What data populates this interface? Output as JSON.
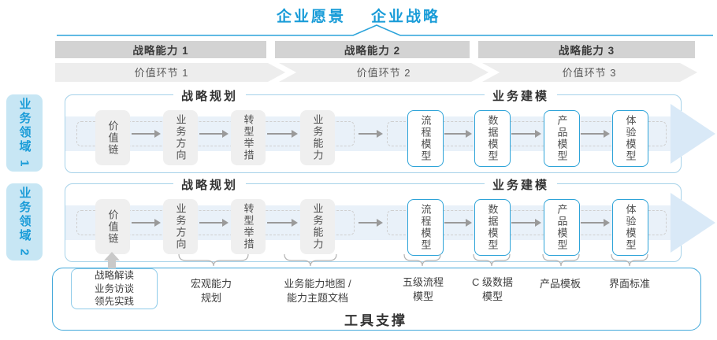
{
  "header": {
    "vision": "企业愿景",
    "strategy": "企业战略"
  },
  "capability_bars": [
    {
      "label": "战略能力 1"
    },
    {
      "label": "战略能力 2"
    },
    {
      "label": "战略能力 3"
    }
  ],
  "value_chevrons": [
    {
      "label": "价值环节 1"
    },
    {
      "label": "价值环节 2"
    },
    {
      "label": "价值环节 3"
    }
  ],
  "domains": [
    {
      "label": "业务领域 1"
    },
    {
      "label": "业务领域 2"
    }
  ],
  "stream": {
    "planning_header": "战略规划",
    "modeling_header": "业务建模",
    "boxes": [
      {
        "label": "价值链",
        "style": "gray"
      },
      {
        "label": "业务方向",
        "style": "gray"
      },
      {
        "label": "转型举措",
        "style": "gray"
      },
      {
        "label": "业务能力",
        "style": "gray"
      },
      {
        "label": "流程模型",
        "style": "blue"
      },
      {
        "label": "数据模型",
        "style": "blue"
      },
      {
        "label": "产品模型",
        "style": "blue"
      },
      {
        "label": "体验模型",
        "style": "blue"
      }
    ]
  },
  "annotations": {
    "practice_box": "战略解读\n业务访谈\n领先实践",
    "macro_capability": "宏观能力\n规划",
    "capability_map": "业务能力地图 /\n能力主题文档",
    "process_model": "五级流程\n模型",
    "data_model": "C 级数据\n模型",
    "product_template": "产品模板",
    "ui_standard": "界面标准"
  },
  "footer": {
    "label": "工具支撑"
  },
  "colors": {
    "accent_blue": "#199cd8",
    "pointer_line_blue": "#2ba3da",
    "capability_bar_gray": "#d3d3d3",
    "chevron_gray": "#ededed",
    "domain_label_bg": "#c7e6f4",
    "container_border": "#a6d2e9",
    "stream_band": "#e9f1f9",
    "stream_arrowhead": "#d9e9f7",
    "gray_box": "#efefef",
    "blue_box_border": "#2da3d8",
    "footer_border": "#42a8da"
  }
}
